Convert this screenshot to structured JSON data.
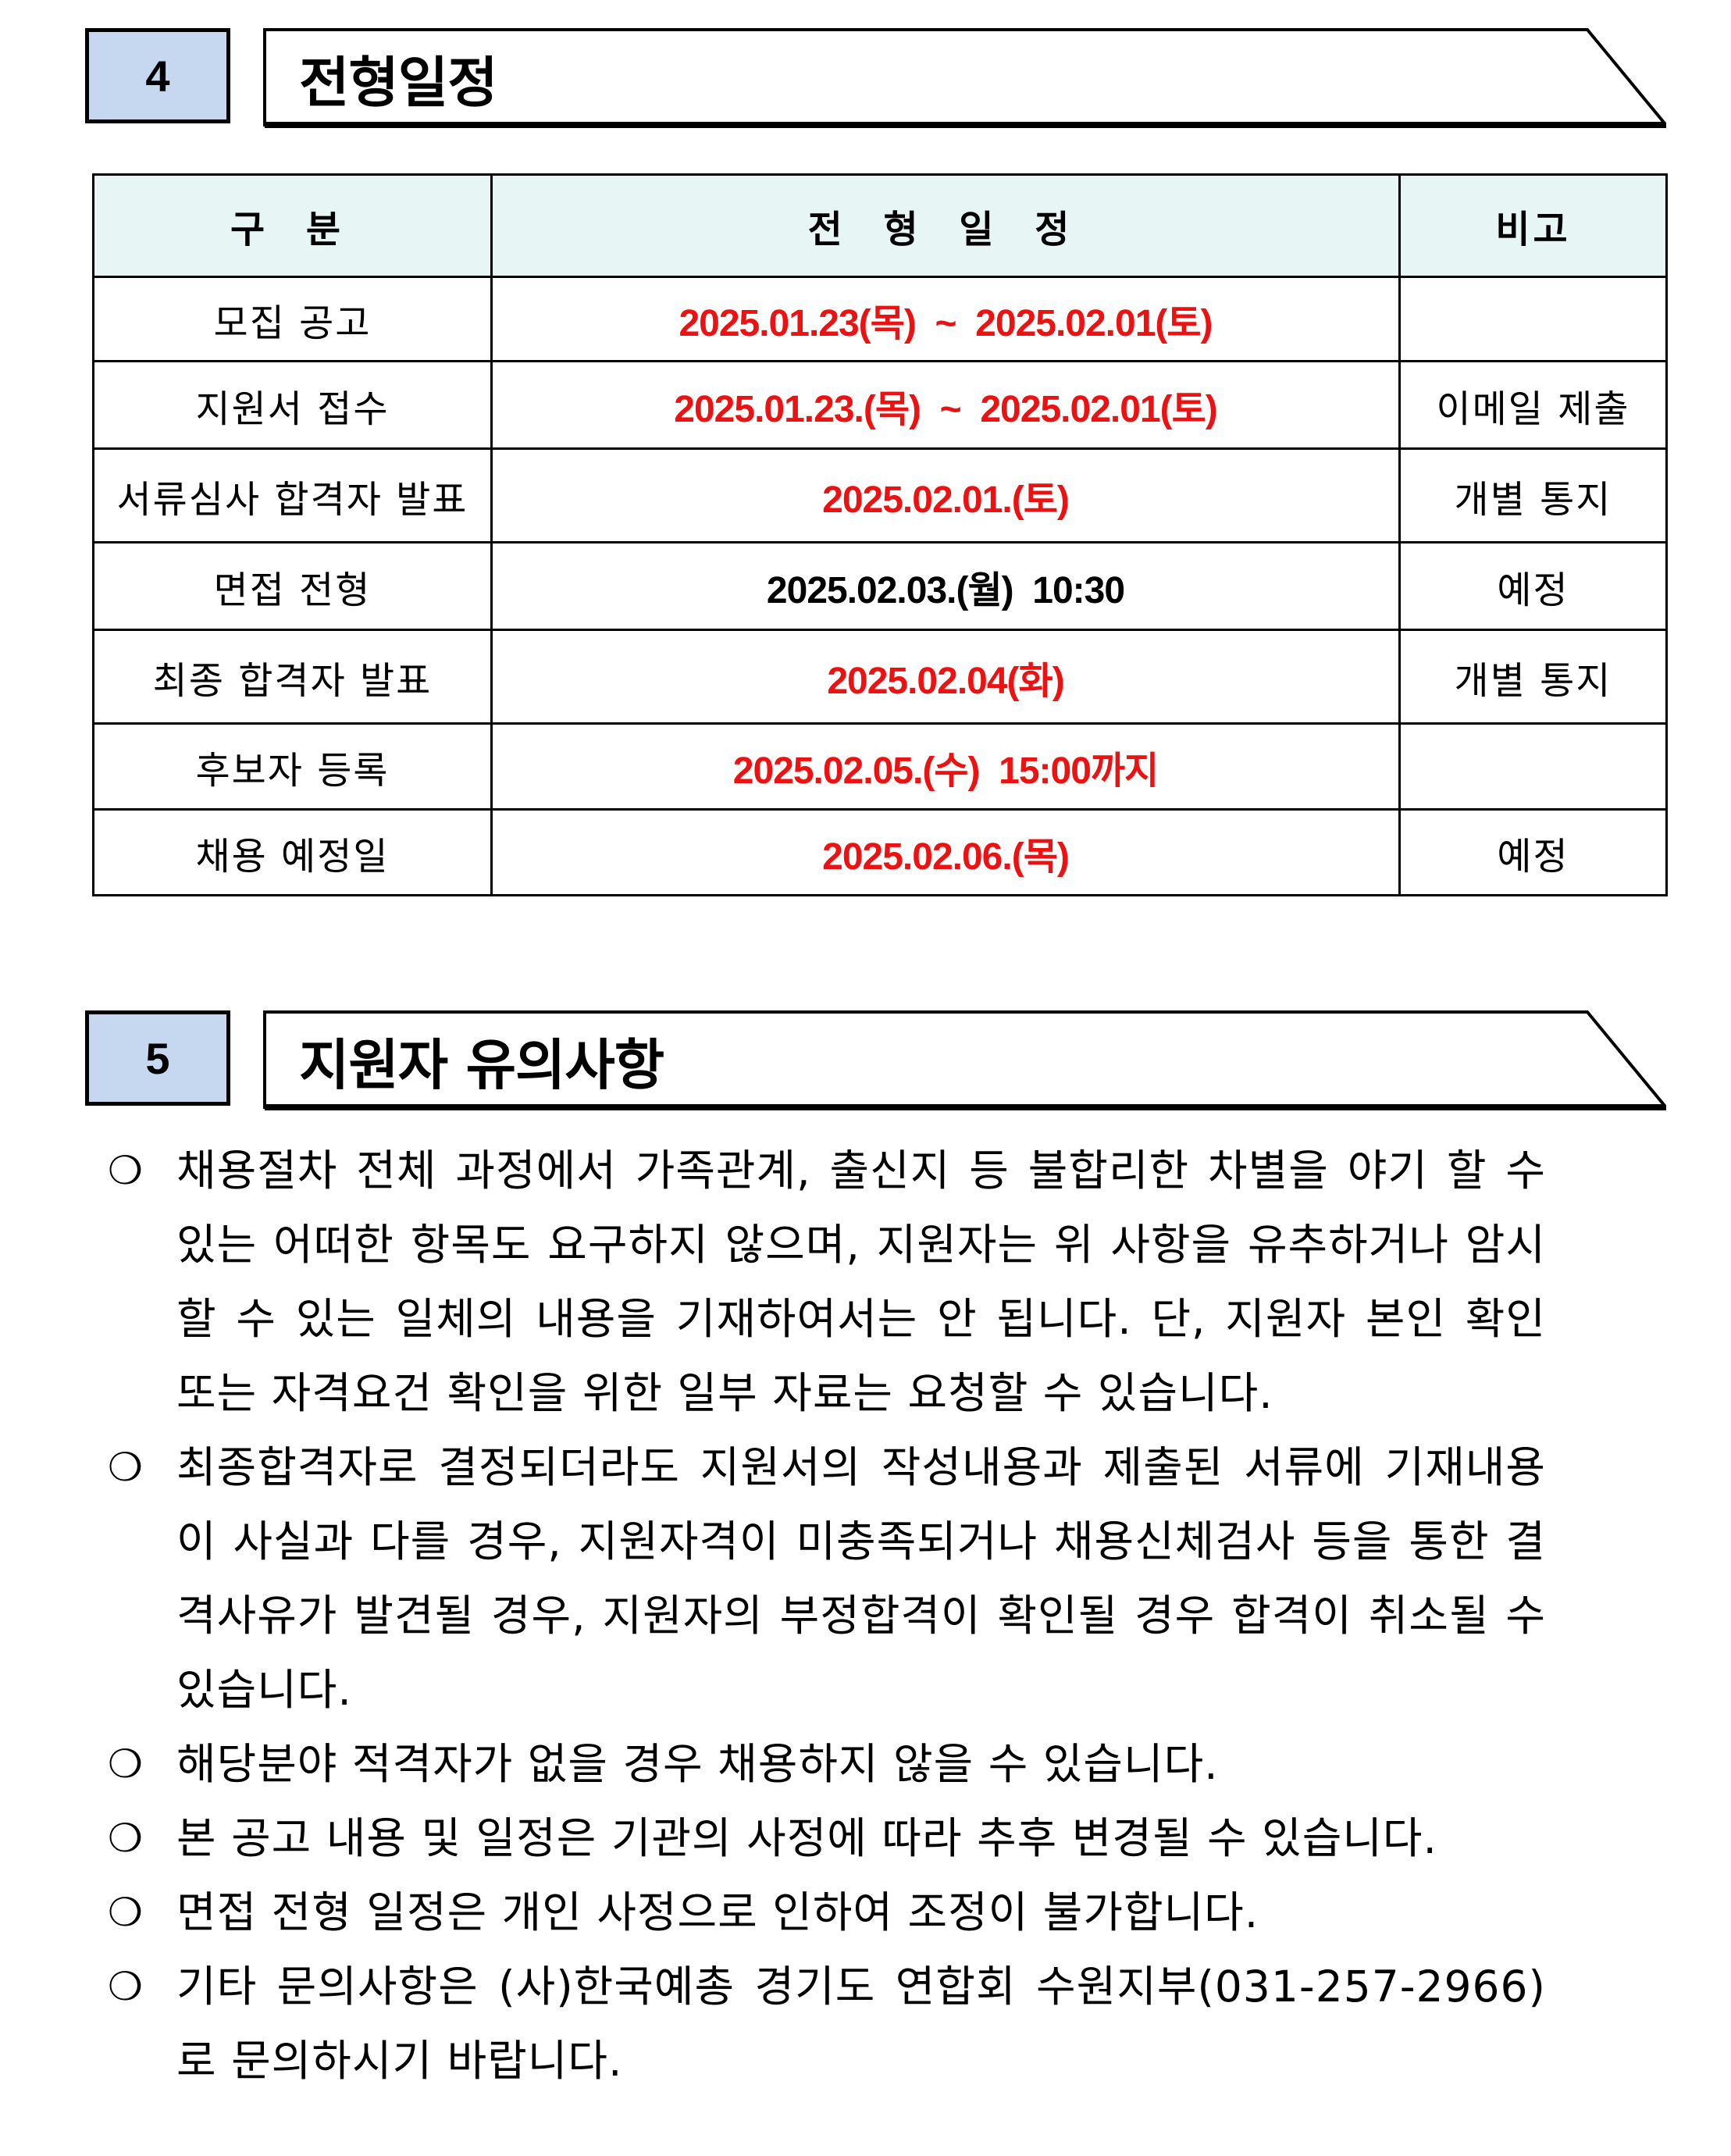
{
  "section4": {
    "number": "4",
    "title": "전형일정"
  },
  "table": {
    "headers": [
      "구 분",
      "전 형 일 정",
      "비고"
    ],
    "rows": [
      {
        "label": "모집 공고",
        "schedule": "2025.01.23(목)  ~  2025.02.01(토)",
        "note": "",
        "color": "#ee1111"
      },
      {
        "label": "지원서 접수",
        "schedule": "2025.01.23.(목)  ~  2025.02.01(토)",
        "note": "이메일 제출",
        "color": "#ee1111"
      },
      {
        "label": "서류심사 합격자 발표",
        "schedule": "2025.02.01.(토)",
        "note": "개별 통지",
        "color": "#ee1111"
      },
      {
        "label": "면접 전형",
        "schedule": "2025.02.03.(월)  10:30",
        "note": "예정",
        "color": "#000000"
      },
      {
        "label": "최종 합격자 발표",
        "schedule": "2025.02.04(화)",
        "note": "개별 통지",
        "color": "#ee1111"
      },
      {
        "label": "후보자 등록",
        "schedule": "2025.02.05.(수)  15:00까지",
        "note": "",
        "color": "#ee1111"
      },
      {
        "label": "채용 예정일",
        "schedule": "2025.02.06.(목)",
        "note": "예정",
        "color": "#ee1111"
      }
    ]
  },
  "section5": {
    "number": "5",
    "title": "지원자 유의사항"
  },
  "notes": {
    "bullet": "❍",
    "items": [
      "채용절차 전체 과정에서 가족관계, 출신지 등 불합리한 차별을 야기 할 수 있는 어떠한 항목도 요구하지 않으며, 지원자는 위 사항을 유추하거나 암시할 수 있는 일체의 내용을 기재하여서는 안 됩니다. 단, 지원자 본인 확인 또는 자격요건 확인을 위한 일부 자료는 요청할 수 있습니다.",
      "최종합격자로 결정되더라도 지원서의 작성내용과 제출된 서류에 기재내용이 사실과 다를 경우, 지원자격이 미충족되거나 채용신체검사 등을 통한 결격사유가 발견될 경우, 지원자의 부정합격이 확인될 경우 합격이 취소될 수 있습니다.",
      "해당분야 적격자가 없을 경우 채용하지 않을 수 있습니다.",
      "본 공고 내용 및 일정은 기관의 사정에 따라 추후 변경될 수 있습니다.",
      "면접 전형 일정은 개인 사정으로 인하여 조정이 불가합니다.",
      "기타 문의사항은 (사)한국예총 경기도 연합회 수원지부(031-257-2966)로 문의하시기 바랍니다."
    ]
  }
}
